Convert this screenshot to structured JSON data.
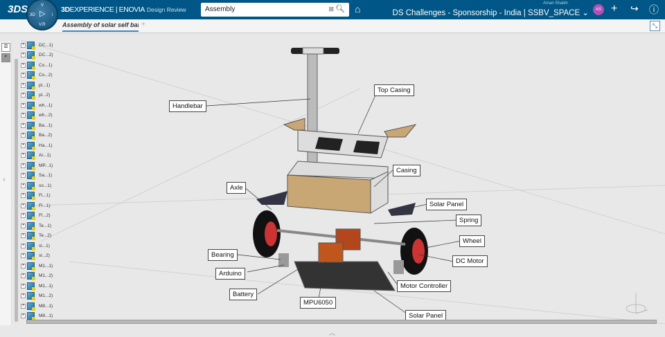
{
  "topbar": {
    "logo": "3DS",
    "compass": {
      "top": "V",
      "left": "3D",
      "right": "i",
      "bottom": "V.R"
    },
    "app_brand": "3D",
    "app_name": "EXPERIENCE | ENOVIA",
    "app_sub": "Design Review",
    "search_value": "Assembly",
    "user_name": "Aman Shaikh",
    "space": "DS Challenges - Sponsorship - India | SSBV_SPACE",
    "avatar_initials": "AS",
    "accent": "#005686"
  },
  "tab": {
    "label": "Assembly of solar self balancing",
    "plus": "+"
  },
  "tree": {
    "items": [
      "DC...1)",
      "DC...2)",
      "Co...1)",
      "Co...2)",
      "pl...1)",
      "pl...2)",
      "wh...1)",
      "wh...2)",
      "Ba...1)",
      "Ba...2)",
      "Ha...1)",
      "Ar...1)",
      "MP...1)",
      "Sa...1)",
      "so...1)",
      "Fi...1)",
      "Fl...1)",
      "Fl...2)",
      "Te...1)",
      "Te...2)",
      "sl...1)",
      "sl...2)",
      "M1...1)",
      "M1...2)",
      "M1...1)",
      "M1...2)",
      "M8...1)",
      "M8...1)"
    ]
  },
  "labels": {
    "handlebar": "Handlebar",
    "top_casing": "Top Casing",
    "casing": "Casing",
    "axle": "Axle",
    "solar_panel_right": "Solar Panel",
    "spring": "Spring",
    "wheel": "Wheel",
    "bearing": "Bearing",
    "dc_motor": "DC Motor",
    "arduino": "Arduino",
    "motor_controller": "Motor Controller",
    "battery": "Battery",
    "mpu": "MPU6050",
    "solar_panel_bottom": "Solar Panel"
  }
}
